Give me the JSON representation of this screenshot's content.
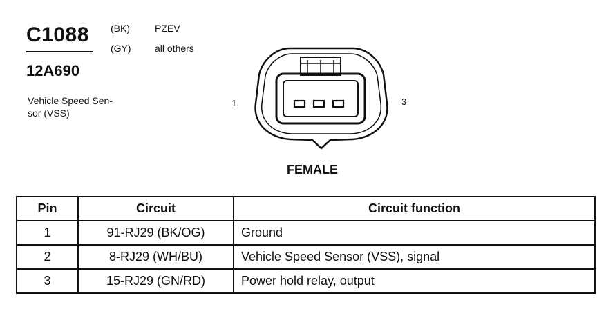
{
  "connector": {
    "id": "C1088",
    "part_number": "12A690",
    "component_line1": "Vehicle Speed Sen-",
    "component_line2": "sor (VSS)",
    "color_codes": [
      {
        "code": "(BK)",
        "desc": "PZEV"
      },
      {
        "code": "(GY)",
        "desc": "all others"
      }
    ]
  },
  "diagram": {
    "pin_left": "1",
    "pin_right": "3",
    "view": "FEMALE"
  },
  "table": {
    "headers": [
      "Pin",
      "Circuit",
      "Circuit function"
    ],
    "rows": [
      {
        "pin": "1",
        "circuit": "91-RJ29 (BK/OG)",
        "function": "Ground"
      },
      {
        "pin": "2",
        "circuit": "8-RJ29 (WH/BU)",
        "function": "Vehicle Speed Sensor (VSS), signal"
      },
      {
        "pin": "3",
        "circuit": "15-RJ29 (GN/RD)",
        "function": "Power hold relay, output"
      }
    ]
  }
}
